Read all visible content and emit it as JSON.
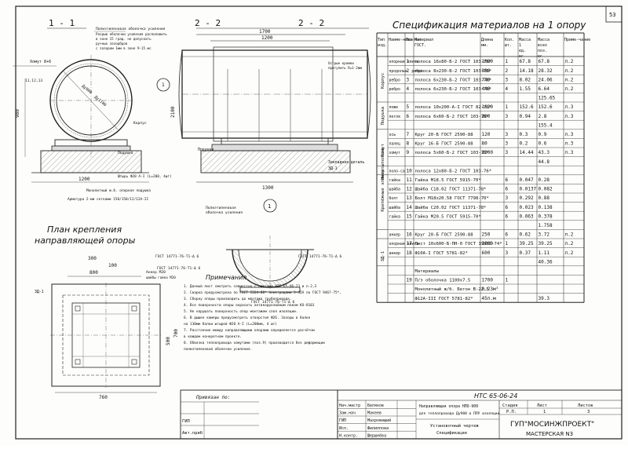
{
  "sheet": {
    "page_number": "53",
    "code": "НТС 65-06-24",
    "company": "ГУП\"МОСИНЖПРОЕКТ\"",
    "workshop": "МАСТЕРСКАЯ N3"
  },
  "drawing": {
    "section_1": "1 - 1",
    "section_2": "2 - 2",
    "marker_1": "1",
    "dim_1700": "1700",
    "dim_1200": "1200",
    "dim_1300": "1300",
    "dim_1200b": "1200",
    "dim_980": "980",
    "dim_2100": "2100",
    "label_clamp": "Хомут 8+6",
    "label_seal": "Полиэтиленовая оболочка усиления",
    "label_rail": "Подушки",
    "label_zakl": "Закладная деталь",
    "label_zd": "ЗД-1",
    "label_monolith": "Монолитный ж.б. опорная подушка",
    "label_arm": "Арматура 2-ми сетками 150/150/12/12А-II",
    "label_shtr": "Штырь Ф20 А-I (L=200, 4шт)",
    "plan_title_1": "План крепления",
    "plan_title_2": "направляющей опоры",
    "dim_300": "300",
    "dim_100": "100",
    "dim_800": "800",
    "dim_760": "760",
    "dim_700": "700",
    "dim_500": "500",
    "anchor_label": "Анкер М20",
    "gost_1": "ГОСТ 14771-76-Т1-Δ 6",
    "gost_2": "ГОСТ 14771-76-Т1-Δ 6",
    "gost_3": "ГОСТ 14771-76-Т1-Δ 6"
  },
  "notes": {
    "title": "Примечания",
    "items": [
      "1. Данный лист смотреть совместно с листами НТС 65-06-23 и л.2,3",
      "2. Сварка предусмотрена по ГОСТ 5264-80* электродами Э-42А по ГОСТ 9467-75*,",
      "3. Сборку опоры производить до монтажа трубопровода.",
      "4. Все поверхности опоры окрасить антикоррозийным лаком КО-8101",
      "5. Не нарушать поверхность опор монтажем слоя изоляции.",
      "6. В дышке камеры предусмотреть отверстия Ф26. Зазоры в балке",
      "   на 130мм балки штырей Ф20 А-I (L=200мм, 4 шт)",
      "7. Расстояние между направляющими опорами определяется расчётом",
      "   в каждом конкретном проекте.",
      "8. Обвязка теплопровода хомутами (поз.9) производится без деформации",
      "   полиэтиленовой оболочки усиления."
    ]
  },
  "spec": {
    "title": "Спецификация материалов на 1 опору",
    "headers": [
      "Тип изд.",
      "Наиме-нова-ние",
      "Поз",
      "Материал ГОСТ.",
      "Длина мм.",
      "Кол. шт.",
      "Масса 1 ед. кг",
      "Масса всех поз. кг",
      "Приме-чание"
    ],
    "rows": [
      [
        "Корпус",
        "опорная плита",
        "1",
        "полоса 16х80-Б-2 ГОСТ 103-76*",
        "1080",
        "1",
        "67.8",
        "67.8",
        "л.2"
      ],
      [
        "",
        "продольн. ребро",
        "2",
        "полоса 8х230-Б-2 ГОСТ 103-76*",
        "980",
        "2",
        "14.18",
        "28.32",
        "л.2"
      ],
      [
        "",
        "ребро",
        "3",
        "полоса 6х230-Б-2 ГОСТ 103-76*",
        "740",
        "3",
        "8.02",
        "24.06",
        "л.2"
      ],
      [
        "",
        "ребро",
        "4",
        "полоса 6х230-Б-2 ГОСТ 103-76*",
        "440",
        "4",
        "1.55",
        "6.64",
        "л.2"
      ],
      [
        "",
        "",
        "",
        "",
        "",
        "",
        "",
        "125.65",
        ""
      ],
      [
        "Подушка",
        "ложе",
        "5",
        "полоса 10х200-А-I ГОСТ 82-70*",
        "1620",
        "1",
        "152.6",
        "152.6",
        "л.3"
      ],
      [
        "",
        "петля",
        "6",
        "полоса 6х60-Б-2 ГОСТ 103-76*",
        "200",
        "3",
        "0.94",
        "2.8",
        "л.3"
      ],
      [
        "",
        "",
        "",
        "",
        "",
        "",
        "",
        "155.4",
        ""
      ],
      [
        "Хомут",
        "ось",
        "7",
        "Круг 20-Б ГОСТ 2590-88",
        "120",
        "3",
        "0.3",
        "0.9",
        "л.3"
      ],
      [
        "",
        "палец",
        "8",
        "Круг 16-Б ГОСТ 2590-88",
        "80",
        "3",
        "0.2",
        "0.6",
        "л.3"
      ],
      [
        "",
        "хомут",
        "9",
        "полоса 5х60-Б-2 ГОСТ 103-76*",
        "2300",
        "3",
        "14.44",
        "43.3",
        "л.3"
      ],
      [
        "",
        "",
        "",
        "",
        "",
        "",
        "",
        "44.8",
        ""
      ],
      [
        "Напр. полоса",
        "поло-са",
        "10",
        "полоса 12х80-Б-2 ГОСТ 103-76*",
        "",
        "",
        "",
        "",
        ""
      ],
      [
        "Крепёжные элементы",
        "гайка",
        "11",
        "Гайка М18.5 ГОСТ 5915-70*",
        "",
        "6",
        "0.047",
        "0.28",
        ""
      ],
      [
        "",
        "шайба",
        "12",
        "Шайба С18.02 ГОСТ 11371-78*",
        "",
        "6",
        "0.0137",
        "0.082",
        ""
      ],
      [
        "",
        "болт",
        "13",
        "Болт М18х20.58 ГОСТ 7798-70*",
        "",
        "3",
        "0.292",
        "0.88",
        ""
      ],
      [
        "",
        "шайба",
        "14",
        "Шайба С20.02 ГОСТ 11371-78*",
        "",
        "6",
        "0.023",
        "0.138",
        ""
      ],
      [
        "",
        "гайка",
        "15",
        "Гайка М20.5 ГОСТ 5915-70*",
        "",
        "6",
        "0.063",
        "0.378",
        ""
      ],
      [
        "",
        "",
        "",
        "",
        "",
        "",
        "",
        "1.758",
        ""
      ],
      [
        "",
        "анкер",
        "16",
        "Круг 20-Б ГОСТ 2590-88",
        "250",
        "6",
        "0.62",
        "3.72",
        "л.2"
      ],
      [
        "ЗД-1",
        "опорная плита",
        "17",
        "Лист 10х600-Б-ПН-0 ГОСТ 19903-74*",
        "1000",
        "1",
        "39.25",
        "39.25",
        "л.2"
      ],
      [
        "",
        "анкер",
        "18",
        "Ф10А-I ГОСТ 5781-82*",
        "600",
        "3",
        "0.37",
        "1.11",
        "л.2"
      ],
      [
        "",
        "",
        "",
        "",
        "",
        "",
        "",
        "40.36",
        ""
      ],
      [
        "",
        "",
        "",
        "Материалы",
        "",
        "",
        "",
        "",
        ""
      ],
      [
        "",
        "",
        "19",
        "П/э оболочка 1100х7.5",
        "1700",
        "1",
        "",
        "",
        ""
      ],
      [
        "",
        "",
        "",
        "Монолитный ж/б. Бетон В-22.5",
        "0.23м³",
        "",
        "",
        "",
        ""
      ],
      [
        "",
        "",
        "",
        "Ф12А-III ГОСТ 5781-82*",
        "45п.м",
        "",
        "",
        "39.3",
        ""
      ]
    ]
  },
  "title_block": {
    "roles": [
      "Нач.мастр",
      "Зам.нач",
      "ГИП",
      "Исп.",
      "Н.контр."
    ],
    "names": [
      "Беляков",
      "Макеев",
      "Махровищий",
      "Филиппова",
      "Шершнёва"
    ],
    "title_1": "Направляющая опора НПО-900",
    "title_2": "для теплопровода Ду900 в ППУ изоляции",
    "title_3": "Установочный чертеж",
    "title_4": "Спецификация",
    "stage_h": "Стадия",
    "sheet_h": "Лист",
    "sheets_h": "Листов",
    "stage": "Р.П.",
    "sheet": "1",
    "sheets": "3",
    "priv": "Привязан по:",
    "gip": "ГИП",
    "avt": "Авт.приб"
  }
}
